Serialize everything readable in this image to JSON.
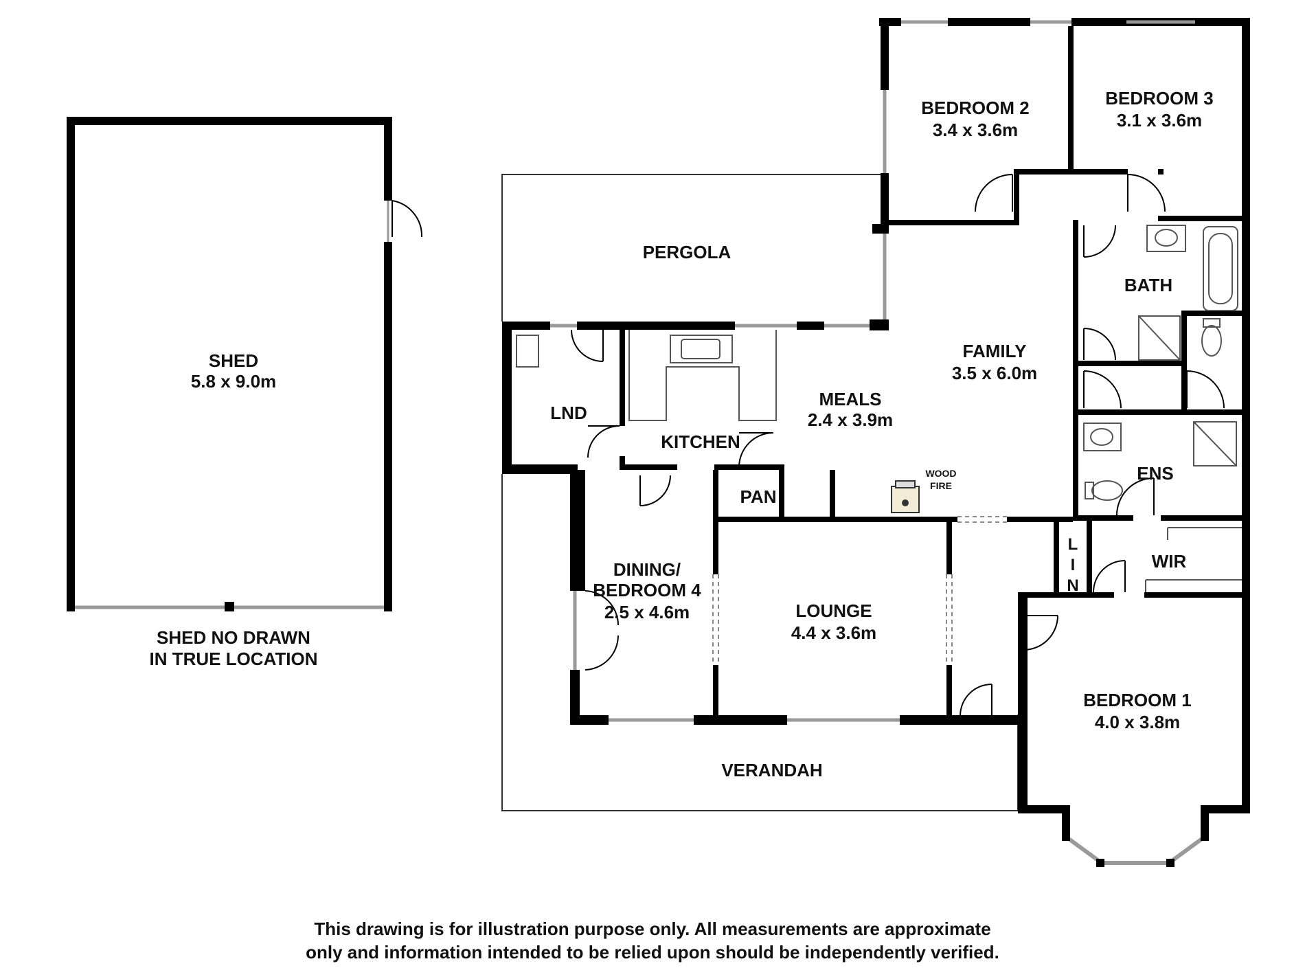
{
  "rooms": {
    "shed": {
      "name": "SHED",
      "size": "5.8 x 9.0m"
    },
    "bedroom2": {
      "name": "BEDROOM 2",
      "size": "3.4 x 3.6m"
    },
    "bedroom3": {
      "name": "BEDROOM 3",
      "size": "3.1 x 3.6m"
    },
    "pergola": {
      "name": "PERGOLA"
    },
    "bath": {
      "name": "BATH"
    },
    "family": {
      "name": "FAMILY",
      "size": "3.5 x 6.0m"
    },
    "meals": {
      "name": "MEALS",
      "size": "2.4 x 3.9m"
    },
    "lnd": {
      "name": "LND"
    },
    "kitchen": {
      "name": "KITCHEN"
    },
    "pan": {
      "name": "PAN"
    },
    "ens": {
      "name": "ENS"
    },
    "lin": {
      "letters": [
        "L",
        "I",
        "N"
      ]
    },
    "wir": {
      "name": "WIR"
    },
    "dining": {
      "name_line1": "DINING/",
      "name_line2": "BEDROOM 4",
      "size": "2.5 x 4.6m"
    },
    "lounge": {
      "name": "LOUNGE",
      "size": "4.4 x 3.6m"
    },
    "bedroom1": {
      "name": "BEDROOM 1",
      "size": "4.0 x 3.8m"
    },
    "verandah": {
      "name": "VERANDAH"
    }
  },
  "fixtures": {
    "wood_fire": {
      "line1": "WOOD",
      "line2": "FIRE"
    }
  },
  "notes": {
    "shed_note_line1": "SHED NO DRAWN",
    "shed_note_line2": "IN TRUE LOCATION"
  },
  "disclaimer": {
    "line1": "This drawing is for illustration purpose only. All measurements are approximate",
    "line2": "only and information intended to be relied upon should be independently verified."
  },
  "colors": {
    "wall": "#000000",
    "window": "#9a9a9a",
    "background": "#ffffff"
  }
}
